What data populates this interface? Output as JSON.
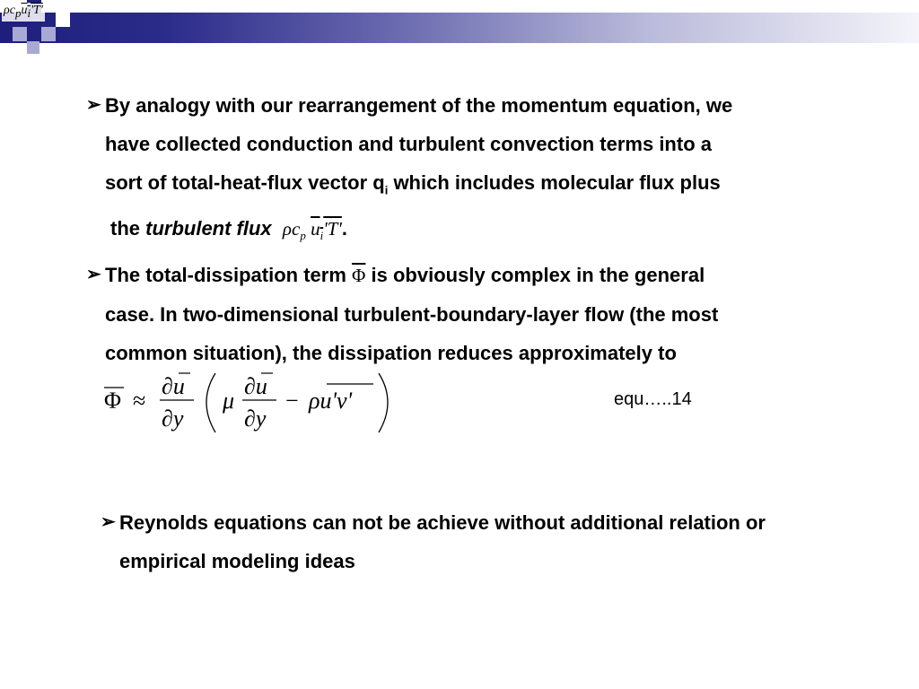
{
  "header": {
    "logo_formula": "ρc_p u_i'T'"
  },
  "bullets": [
    {
      "lines": [
        "By analogy with our rearrangement of the momentum equation, we",
        "have collected conduction and turbulent convection terms into a",
        "sort of total-heat-flux vector q",
        "which includes molecular flux plus"
      ],
      "sub_i": "i",
      "the": "the",
      "turbulent_flux": "turbulent flux",
      "period": "."
    },
    {
      "line1_a": "The total-dissipation term",
      "line1_b": "is obviously complex in the general",
      "line2": "case.  In two-dimensional turbulent-boundary-layer flow (the most",
      "line3": "common situation), the dissipation reduces approximately to"
    }
  ],
  "equation": {
    "label": "equ…..14"
  },
  "bullet3": {
    "line1": "Reynolds equations can not be achieve without additional relation or",
    "line2": "empirical modeling ideas"
  },
  "colors": {
    "bar_dark": "#1e1e7c",
    "bar_light": "#f4f4fa",
    "square_light": "#a9a9d6"
  }
}
